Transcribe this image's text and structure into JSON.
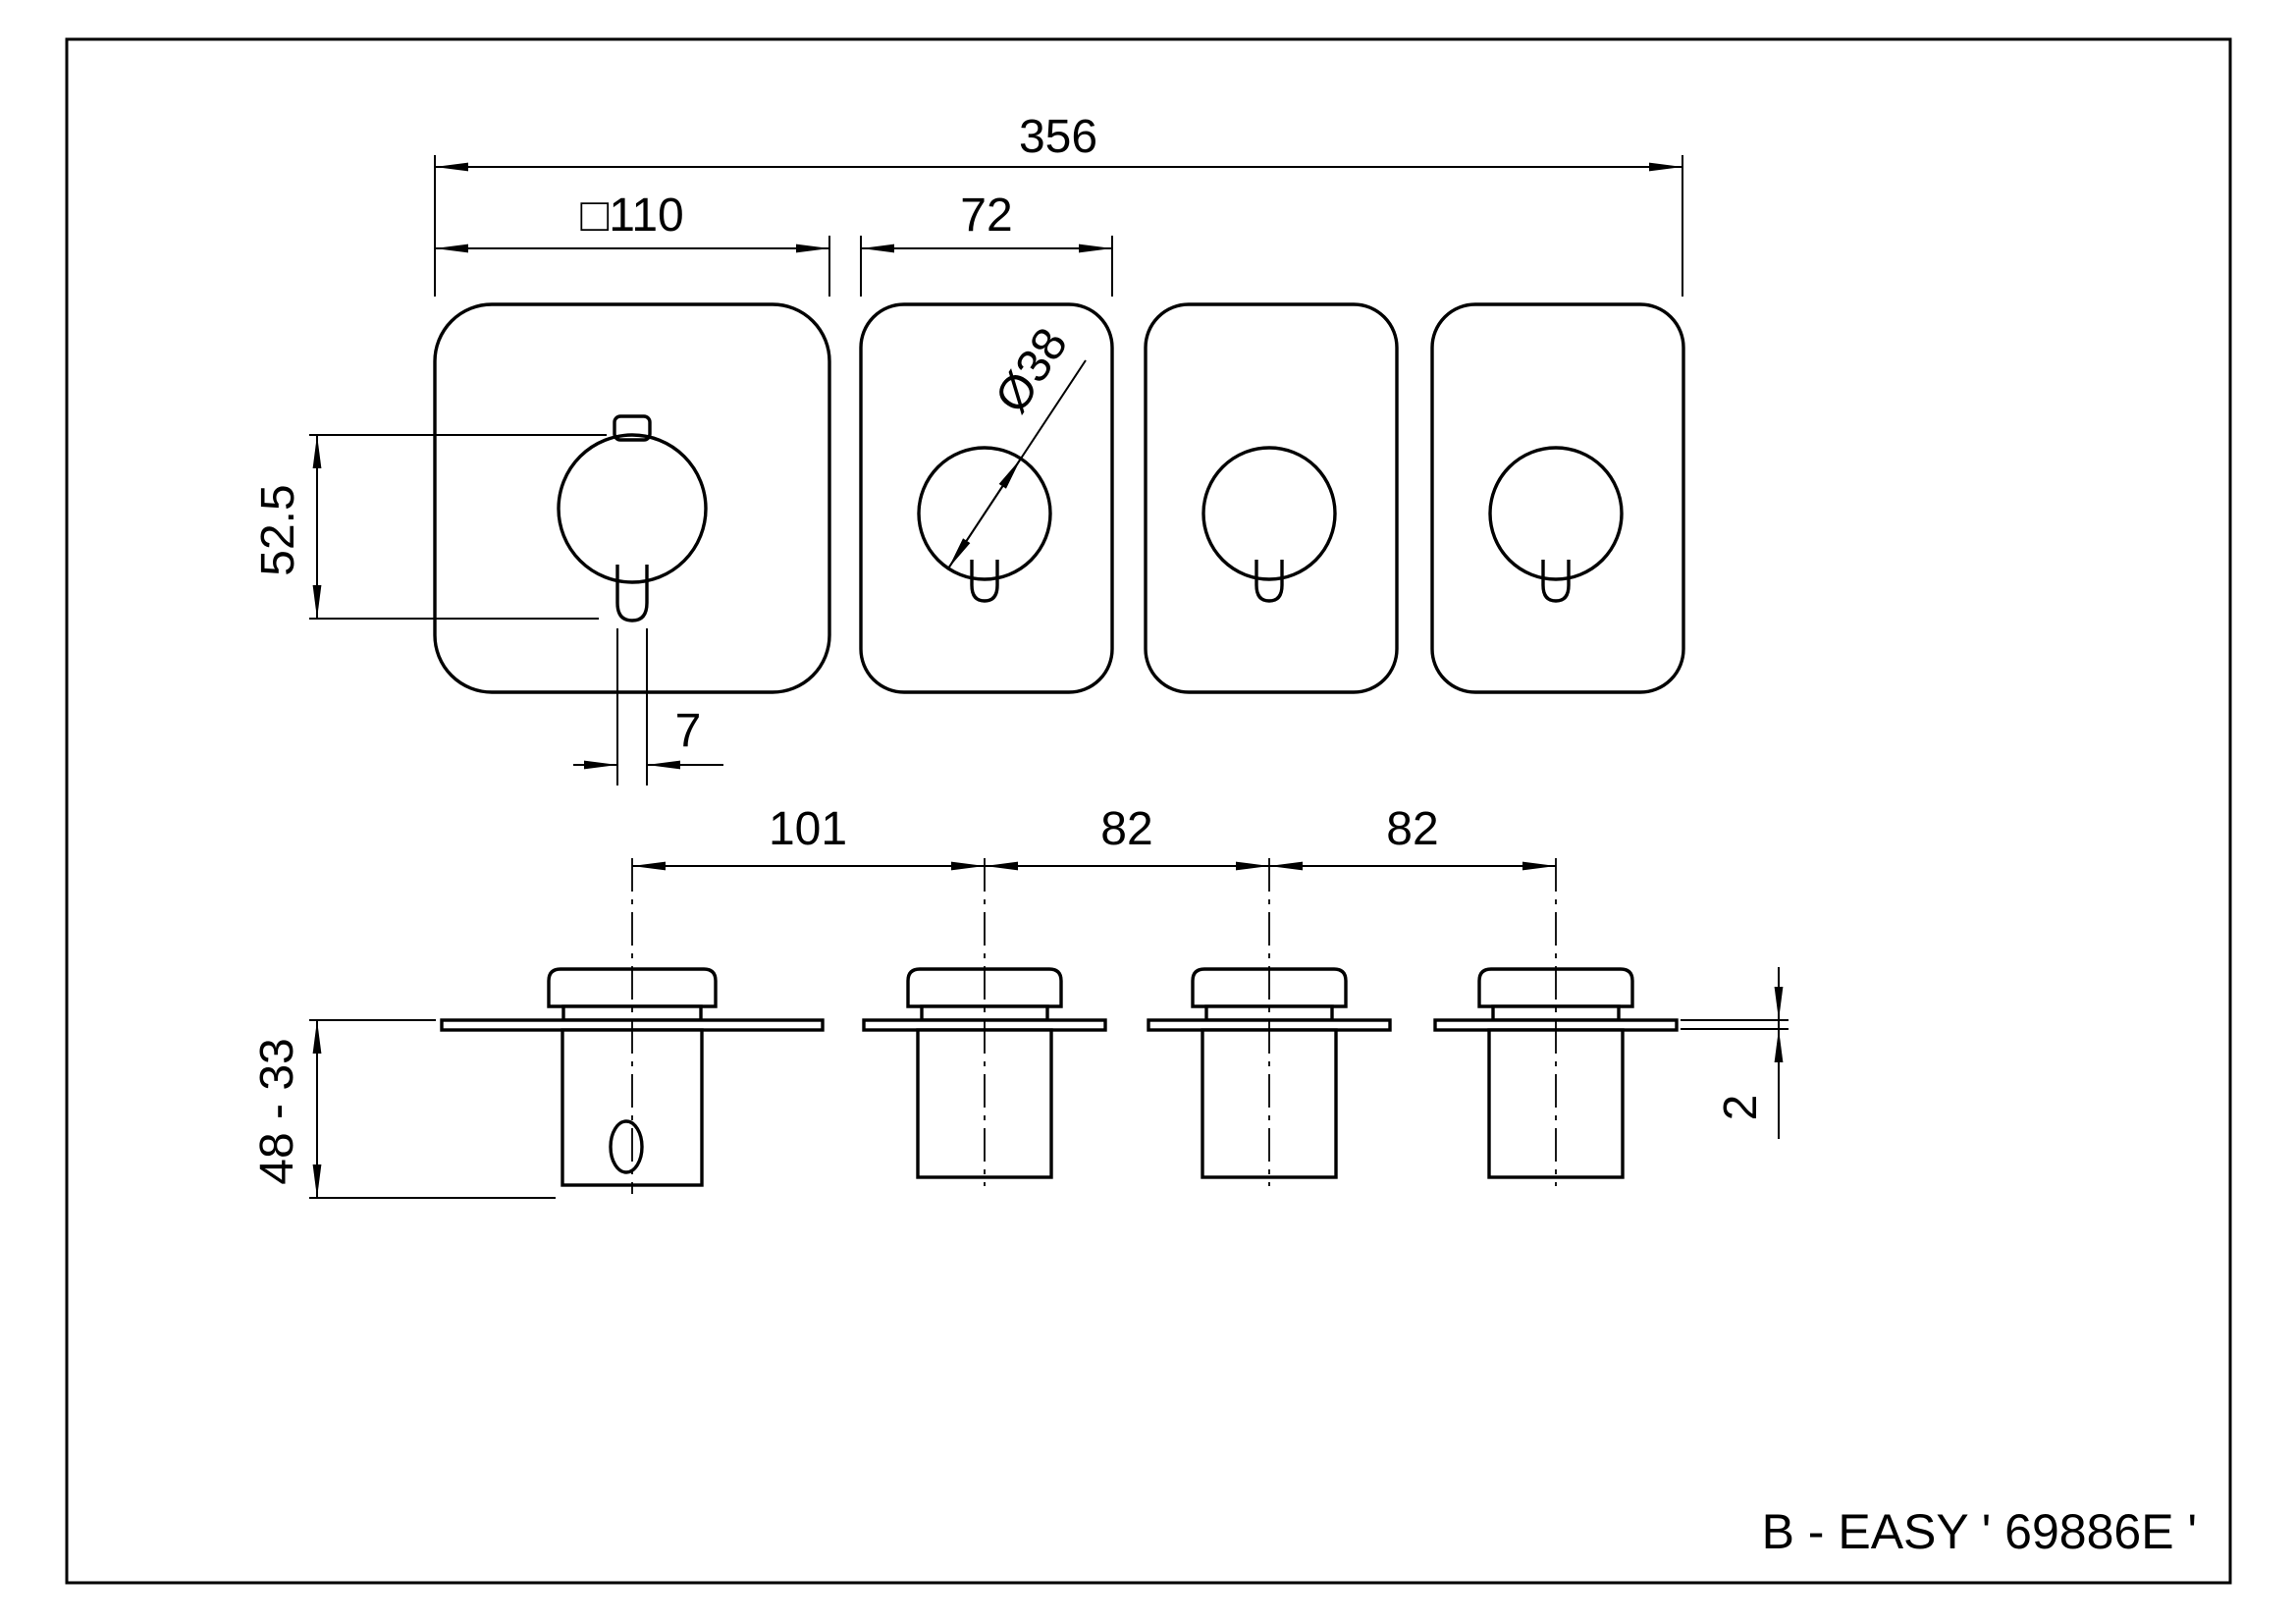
{
  "top_view": {
    "dim_overall": "356",
    "dim_plate_square": "□110",
    "dim_plate_width": "72",
    "dim_handle_diameter": "Ø38",
    "dim_handle_height": "52.5",
    "dim_lever_width": "7"
  },
  "side_view": {
    "dim_spacing_1": "101",
    "dim_spacing_2": "82",
    "dim_spacing_3": "82",
    "dim_depth_range": "48 - 33",
    "dim_plate_thickness": "2"
  },
  "title_block": {
    "product_text": "B - EASY ' 69886E '"
  }
}
